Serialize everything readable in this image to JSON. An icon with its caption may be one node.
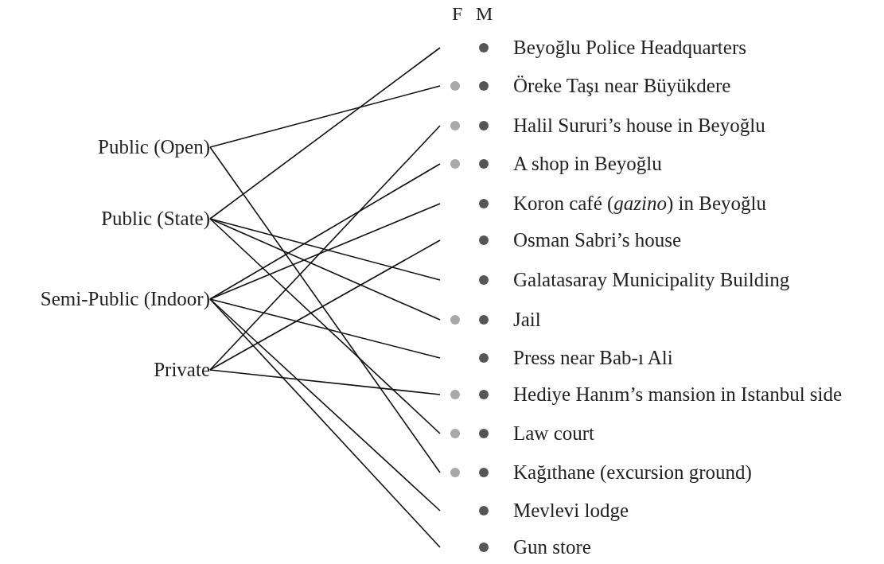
{
  "diagram": {
    "nodes": [
      {
        "text": [
          "Public (Open)"
        ]
      },
      {
        "text": [
          "Public (State)"
        ]
      },
      {
        "text": [
          "Semi-Public (Indoor)"
        ]
      },
      {
        "text": [
          "Private"
        ]
      },
      {
        "text": [
          "Beyoğlu Police Headquarters"
        ]
      },
      {
        "text": [
          "Öreke Taşı near Büyükdere"
        ]
      },
      {
        "text": [
          "Halil Sururi’s house in Beyoğlu"
        ]
      },
      {
        "text": [
          "A shop in Beyoğlu"
        ]
      },
      {
        "text": [
          "Koron café (*gazino*) in Beyoğlu"
        ]
      },
      {
        "text": [
          "Osman Sabri’s house"
        ]
      },
      {
        "text": [
          "Galatasaray Municipality Building"
        ]
      },
      {
        "text": [
          "Jail"
        ]
      },
      {
        "text": [
          "Press near Bab-ı Ali"
        ]
      },
      {
        "text": [
          "Hediye Hanım’s mansion in Istanbul side"
        ]
      },
      {
        "text": [
          "Law court"
        ]
      },
      {
        "text": [
          "Kağıthane (excursion ground)"
        ]
      },
      {
        "text": [
          "Mevlevi lodge"
        ]
      },
      {
        "text": [
          "Gun store"
        ]
      },
      {
        "text": [],
        "shape": "circle",
        "in": 4
      },
      {
        "text": [],
        "shape": "circle",
        "in": 5
      },
      {
        "text": [],
        "shape": "circle",
        "in": 5
      },
      {
        "text": [],
        "shape": "circle",
        "in": 6
      },
      {
        "text": [],
        "shape": "circle",
        "in": 6
      },
      {
        "text": [],
        "shape": "circle",
        "in": 7
      },
      {
        "text": [],
        "shape": "circle",
        "in": 7
      },
      {
        "text": [],
        "shape": "circle",
        "in": 8
      },
      {
        "text": [],
        "shape": "circle",
        "in": 9
      },
      {
        "text": [],
        "shape": "circle",
        "in": 10
      },
      {
        "text": [],
        "shape": "circle",
        "in": 11
      },
      {
        "text": [],
        "shape": "circle",
        "in": 11
      },
      {
        "text": [],
        "shape": "circle",
        "in": 12
      },
      {
        "text": [],
        "shape": "circle",
        "in": 13
      },
      {
        "text": [],
        "shape": "circle",
        "in": 13
      },
      {
        "text": [],
        "shape": "circle",
        "in": 14
      },
      {
        "text": [],
        "shape": "circle",
        "in": 14
      },
      {
        "text": [],
        "shape": "circle",
        "in": 15
      },
      {
        "text": [],
        "shape": "circle",
        "in": 15
      },
      {
        "text": [],
        "shape": "circle",
        "in": 16
      },
      {
        "text": [],
        "shape": "circle",
        "in": 17
      }
    ],
    "edges": [
      {
        "from": 0,
        "to": 5,
        "arrow": "none"
      },
      {
        "from": 0,
        "to": 15,
        "arrow": "none"
      },
      {
        "from": 1,
        "to": 4,
        "arrow": "none"
      },
      {
        "from": 1,
        "to": 10,
        "arrow": "none"
      },
      {
        "from": 1,
        "to": 11,
        "arrow": "none"
      },
      {
        "from": 1,
        "to": 14,
        "arrow": "none"
      },
      {
        "from": 2,
        "to": 7,
        "arrow": "none"
      },
      {
        "from": 2,
        "to": 8,
        "arrow": "none"
      },
      {
        "from": 2,
        "to": 12,
        "arrow": "none"
      },
      {
        "from": 2,
        "to": 16,
        "arrow": "none"
      },
      {
        "from": 2,
        "to": 17,
        "arrow": "none"
      },
      {
        "from": 3,
        "to": 6,
        "arrow": "none"
      },
      {
        "from": 3,
        "to": 9,
        "arrow": "none"
      },
      {
        "from": 3,
        "to": 13,
        "arrow": "none"
      }
    ],
    "labels": [
      "F",
      "M"
    ]
  }
}
